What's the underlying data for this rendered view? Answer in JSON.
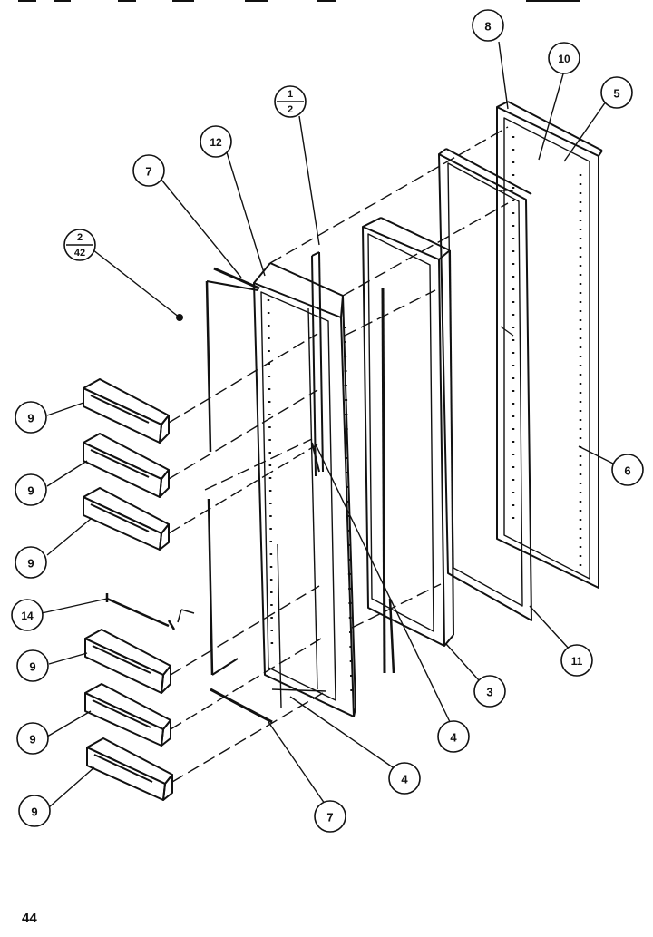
{
  "page_number": "44",
  "callouts": {
    "c1": {
      "label": "1",
      "sublabel": "2"
    },
    "c2": {
      "label": "2",
      "sublabel": "42"
    },
    "c3": "3",
    "c4a": "4",
    "c4b": "4",
    "c5": "5",
    "c6": "6",
    "c7a": "7",
    "c7b": "7",
    "c8": "8",
    "c9a": "9",
    "c9b": "9",
    "c9c": "9",
    "c9d": "9",
    "c9e": "9",
    "c9f": "9",
    "c10": "10",
    "c11": "11",
    "c12": "12",
    "c14": "14"
  }
}
